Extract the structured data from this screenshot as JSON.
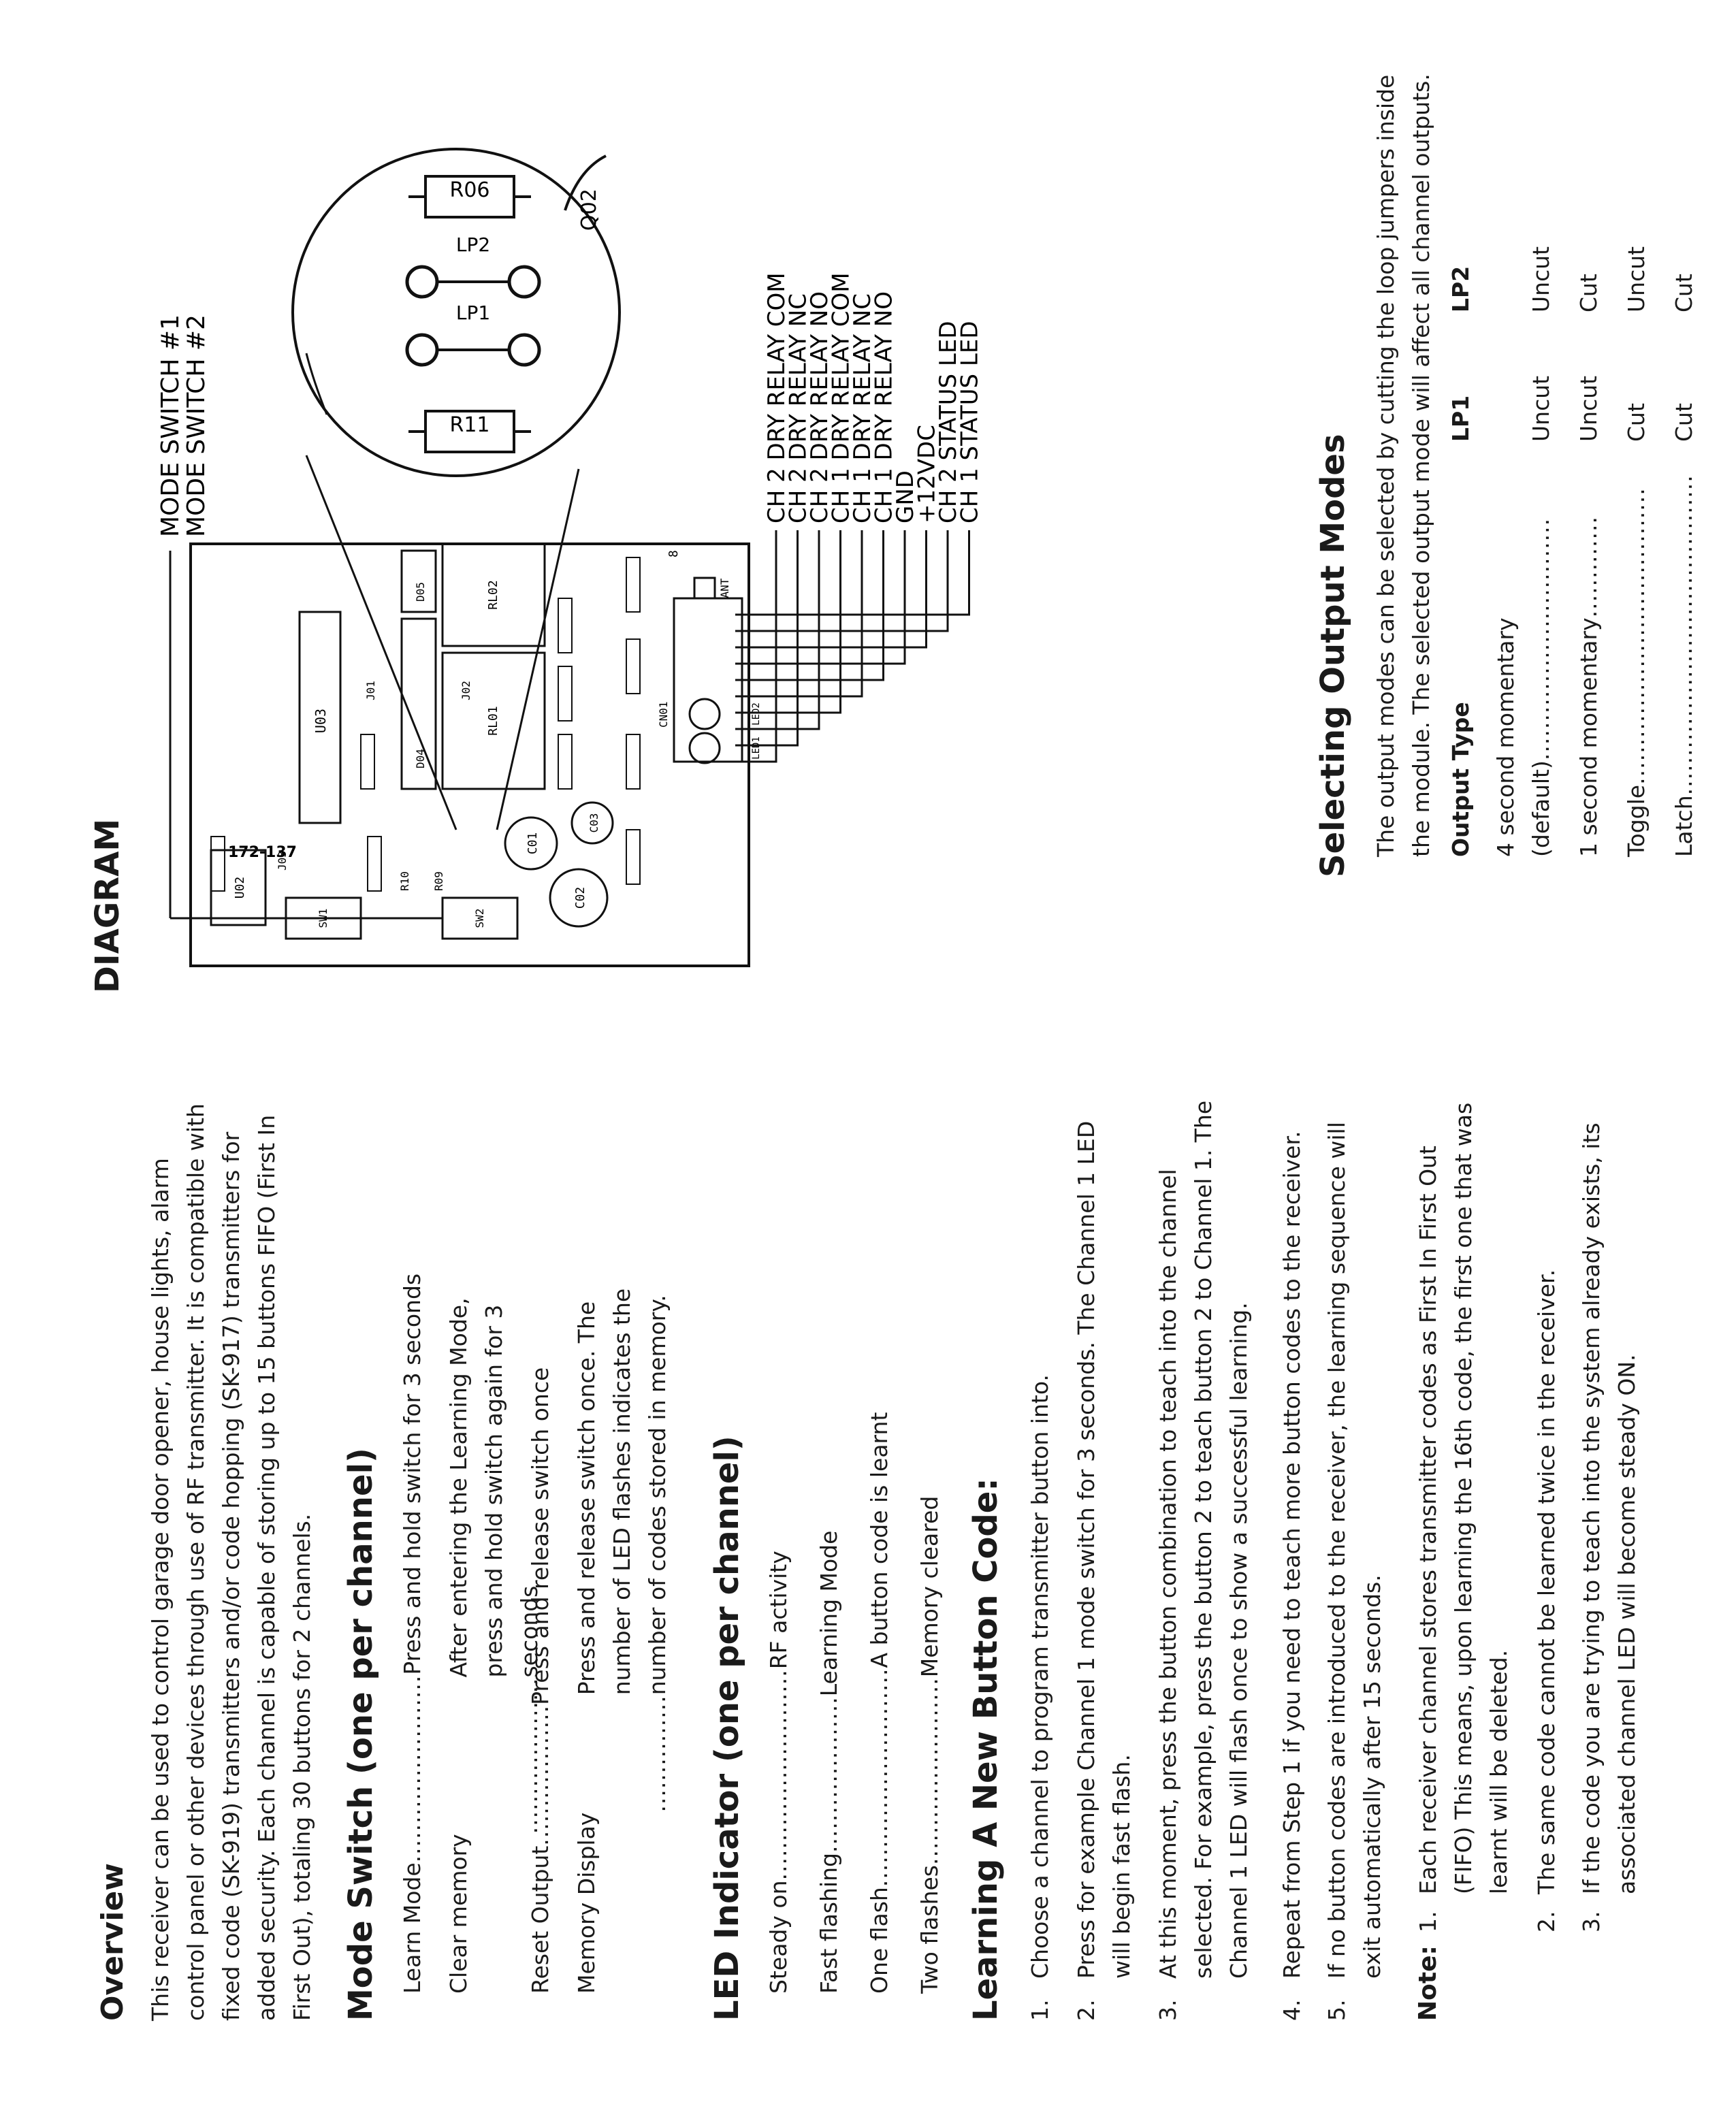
{
  "overview": {
    "title": "Overview",
    "text": "This receiver can be used to control garage door opener, house lights, alarm control panel or other devices through use of RF transmitter.  It is compatible with fixed code (SK-919) transmitters and/or code hopping (SK-917) transmitters for added security.  Each channel is capable of storing up to 15 buttons FIFO (First In First Out), totaling 30 buttons for 2 channels."
  },
  "mode_switch": {
    "title": "Mode Switch (one per channel)",
    "items": [
      {
        "label": "Learn Mode",
        "dots": "........................",
        "desc": "Press and hold switch for 3 seconds"
      },
      {
        "label": "Clear memory",
        "dots": "....................",
        "desc": "After entering the Learning Mode, press and hold switch again for 3 seconds"
      },
      {
        "label": "Reset Output",
        "dots": "..................",
        "desc": "Press and release switch once"
      },
      {
        "label": "Memory Display",
        "dots": "...............",
        "desc": "Press and release switch once.  The number of LED flashes indicates the number of codes stored in memory."
      }
    ]
  },
  "led_indicator": {
    "title": "LED Indicator (one per channel)",
    "items": [
      {
        "label": "Steady on",
        "dots": "...........................",
        "desc": "RF activity"
      },
      {
        "label": "Fast flashing",
        "dots": "....................",
        "desc": "Learning Mode"
      },
      {
        "label": "One flash",
        "dots": "............................",
        "desc": "A button code is learnt"
      },
      {
        "label": "Two flashes",
        "dots": "........................",
        "desc": "Memory cleared"
      }
    ]
  },
  "learning": {
    "title": "Learning A New Button Code:",
    "steps": [
      {
        "num": "1.",
        "text": "Choose a channel to program transmitter button into."
      },
      {
        "num": "2.",
        "text": "Press for example Channel 1 mode switch for 3 seconds.  The Channel 1 LED will begin fast flash."
      },
      {
        "num": "3.",
        "text": "At this moment, press the button combination to teach into the channel selected.  For example, press the button 2 to teach button 2 to Channel 1.  The Channel 1 LED will flash once to show a successful learning."
      },
      {
        "num": "4.",
        "text": "Repeat from Step 1 if you need to teach more button codes to the receiver."
      },
      {
        "num": "5.",
        "text": "If no button codes are introduced to the receiver, the learning sequence will exit automatically after 15 seconds."
      }
    ]
  },
  "note": {
    "label": "Note:",
    "items": [
      {
        "num": "1.",
        "text": "Each receiver channel stores transmitter codes as First In First Out (FIFO)  This means, upon learning the 16th code, the first one that was learnt will be deleted."
      },
      {
        "num": "2.",
        "text": "The same code cannot be learned twice in the receiver."
      },
      {
        "num": "3.",
        "text": "If the code you are trying to teach into the system already exists, its associated channel LED will become steady ON."
      }
    ]
  },
  "diagram": {
    "title": "DIAGRAM",
    "mode_switch_1": "MODE SWITCH #1",
    "mode_switch_2": "MODE SWITCH #2",
    "terminals": [
      "CH 2 DRY RELAY COM",
      "CH 2 DRY RELAY NC",
      "CH 2 DRY RELAY NO",
      "CH 1 DRY RELAY COM",
      "CH 1 DRY RELAY NC",
      "CH 1 DRY RELAY NO",
      "GND",
      "+12VDC",
      "CH 2 STATUS LED",
      "CH 1 STATUS LED"
    ],
    "board_label": "172-137",
    "zoom_labels": {
      "r06": "R06",
      "r11": "R11",
      "lp1": "LP1",
      "lp2": "LP2",
      "q02": "Q02"
    },
    "pcb_labels": {
      "u03": "U03",
      "u02": "U02",
      "rl01": "RL01",
      "rl02": "RL02",
      "cn01": "CN01",
      "sw1": "SW1",
      "sw2": "SW2",
      "ant": "ANT",
      "d04": "D04",
      "d05": "D05",
      "c01": "C01",
      "c02": "C02",
      "c03": "C03",
      "led1": "LED1",
      "led2": "LED2",
      "j01": "J01",
      "j02": "J02",
      "j03": "J03",
      "sw1_s": "SW1",
      "sw2_s": "SW2",
      "pin8": "8",
      "r10": "R10",
      "r09": "R09"
    }
  },
  "output_modes": {
    "title": "Selecting Output Modes",
    "text": "The output modes can be selected by cutting the loop jumpers inside the module. The selected output mode will affect all channel outputs.",
    "headers": {
      "type": "Output Type",
      "lp1": "LP1",
      "lp2": "LP2"
    },
    "rows": [
      {
        "type_line1": "4 second momentary",
        "type": "(default)",
        "dots": "...............................",
        "lp1": "Uncut",
        "lp2": "Uncut"
      },
      {
        "type": "1 second momentary",
        "dots": ".............",
        "lp1": "Uncut",
        "lp2": "Cut"
      },
      {
        "type": "Toggle",
        "dots": "......................................",
        "lp1": "Cut",
        "lp2": "Uncut"
      },
      {
        "type": "Latch",
        "dots": ".........................................",
        "lp1": "Cut",
        "lp2": "Cut"
      }
    ]
  }
}
